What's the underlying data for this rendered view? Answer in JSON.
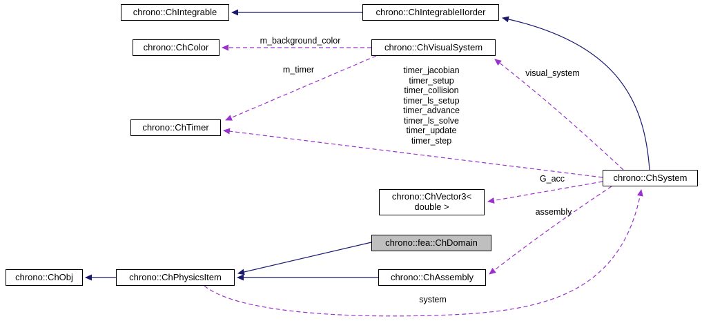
{
  "diagram": {
    "colors": {
      "inheritance_edge": "#191970",
      "usage_edge": "#9a32cd",
      "node_fill": "#ffffff",
      "node_border": "#000000",
      "focus_node_fill": "#bfbfbf"
    },
    "nodes": {
      "integrable": {
        "label": "chrono::ChIntegrable"
      },
      "integrable2": {
        "label": "chrono::ChIntegrableIIorder"
      },
      "color": {
        "label": "chrono::ChColor"
      },
      "visual": {
        "label": "chrono::ChVisualSystem"
      },
      "timer": {
        "label": "chrono::ChTimer"
      },
      "system": {
        "label": "chrono::ChSystem"
      },
      "vector3": {
        "label": "chrono::ChVector3<\ndouble >"
      },
      "domain": {
        "label": "chrono::fea::ChDomain"
      },
      "obj": {
        "label": "chrono::ChObj"
      },
      "physics": {
        "label": "chrono::ChPhysicsItem"
      },
      "assembly": {
        "label": "chrono::ChAssembly"
      }
    },
    "edge_labels": {
      "m_background_color": "m_background_color",
      "m_timer": "m_timer",
      "visual_system": "visual_system",
      "timers": "timer_jacobian\ntimer_setup\ntimer_collision\ntimer_ls_setup\ntimer_advance\ntimer_ls_solve\ntimer_update\ntimer_step",
      "g_acc": "G_acc",
      "assembly": "assembly",
      "system": "system"
    }
  }
}
